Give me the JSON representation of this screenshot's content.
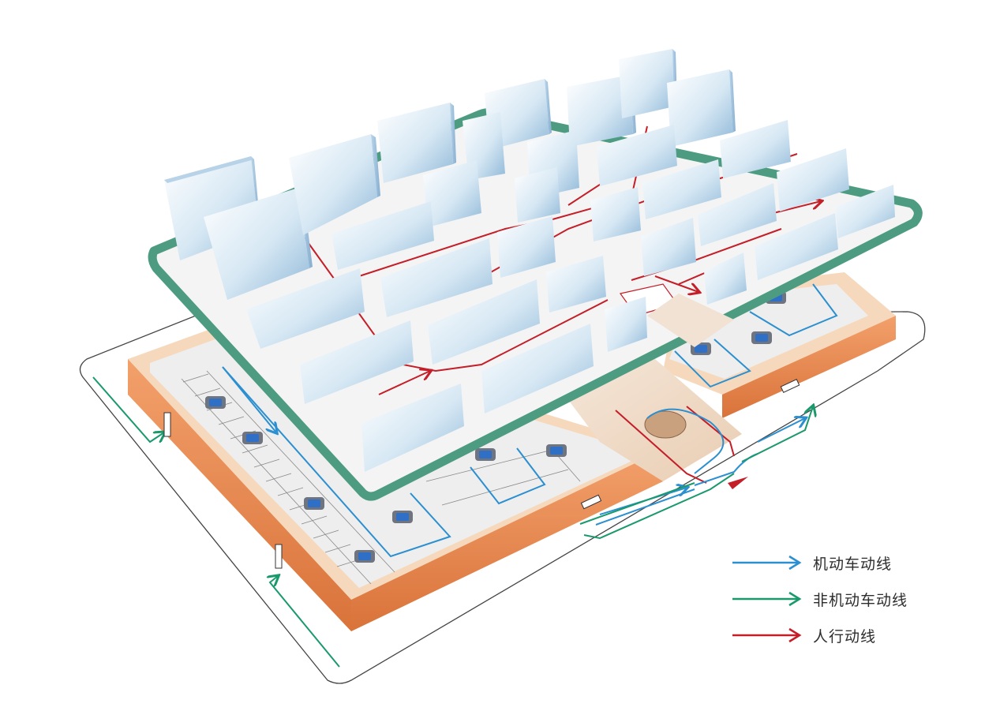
{
  "legend": [
    {
      "label": "机动车动线",
      "color": "#2b8fd0",
      "icon": "blue-arrow-icon"
    },
    {
      "label": "非机动车动线",
      "color": "#1a9a6c",
      "icon": "green-arrow-icon"
    },
    {
      "label": "人行动线",
      "color": "#c41e28",
      "icon": "red-arrow-icon"
    }
  ],
  "colors": {
    "podium_frame": "#4d9c82",
    "building_light": "#ffffff",
    "building_dark": "#9ec2dc",
    "garage_wall": "#e8854a",
    "garage_inner": "#f6d7b8",
    "vehicle_route": "#2b8fd0",
    "bicycle_route": "#1a9a6c",
    "pedestrian_route": "#c41e28"
  }
}
